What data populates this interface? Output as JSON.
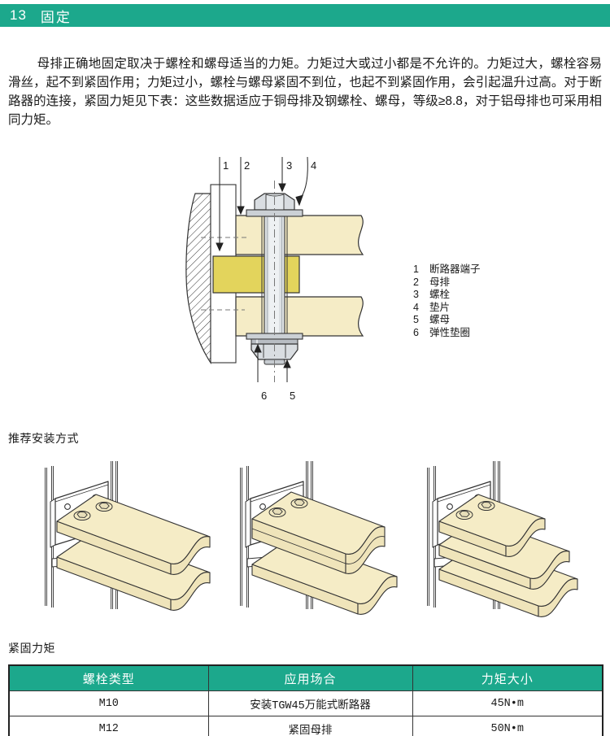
{
  "header": {
    "number": "13",
    "title": "固定"
  },
  "intro": "母排正确地固定取决于螺栓和螺母适当的力矩。力矩过大或过小都是不允许的。力矩过大，螺栓容易滑丝，起不到紧固作用；力矩过小，螺栓与螺母紧固不到位，也起不到紧固作用，会引起温升过高。对于断路器的连接，紧固力矩见下表：这些数据适应于铜母排及钢螺栓、螺母，等级≥8.8，对于铝母排也可采用相同力矩。",
  "diagram": {
    "callouts": [
      "1",
      "2",
      "3",
      "4",
      "5",
      "6"
    ],
    "legend": [
      {
        "num": "1",
        "label": "断路器端子"
      },
      {
        "num": "2",
        "label": "母排"
      },
      {
        "num": "3",
        "label": "螺栓"
      },
      {
        "num": "4",
        "label": "垫片"
      },
      {
        "num": "5",
        "label": "螺母"
      },
      {
        "num": "6",
        "label": "弹性垫圈"
      }
    ]
  },
  "sections": {
    "install_caption": "推荐安装方式",
    "torque_caption": "紧固力矩"
  },
  "table": {
    "headers": [
      "螺栓类型",
      "应用场合",
      "力矩大小"
    ],
    "rows": [
      {
        "bolt": "M10",
        "application": "安装TGW45万能式断路器",
        "torque": "45N•m"
      },
      {
        "bolt": "M12",
        "application": "紧固母排",
        "torque": "50N•m"
      }
    ]
  },
  "colors": {
    "accent_teal": "#1CA88C",
    "busbar_cream": "#F5ECC6",
    "terminal_yellow": "#E3D45C",
    "steel_gray": "#D9DDE1"
  }
}
